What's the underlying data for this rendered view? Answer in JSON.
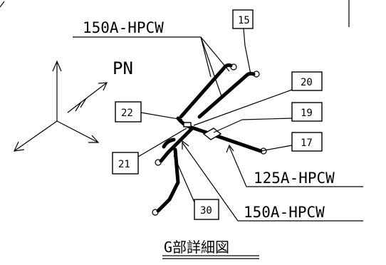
{
  "drawing": {
    "orientation_label": "PN",
    "title": "G部詳細図",
    "line_labels": {
      "top": "150A-HPCW",
      "mid_right": "125A-HPCW",
      "bottom_right": "150A-HPCW"
    },
    "callouts": {
      "n15": "15",
      "n20": "20",
      "n19": "19",
      "n17": "17",
      "n22": "22",
      "n21": "21",
      "n30": "30"
    }
  },
  "icons": {
    "axis": "isometric-axis-icon",
    "pipe": "pipe-run-icon"
  }
}
